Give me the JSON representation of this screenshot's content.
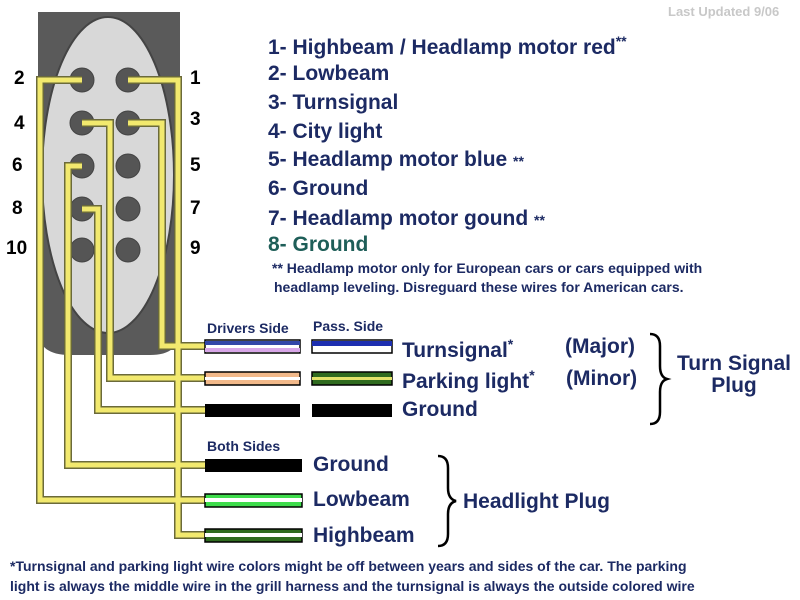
{
  "last_updated": "Last Updated 9/06",
  "pins": {
    "p1": "1",
    "p2": "2",
    "p3": "3",
    "p4": "4",
    "p5": "5",
    "p6": "6",
    "p7": "7",
    "p8": "8",
    "p9": "9",
    "p10": "10"
  },
  "legend": [
    {
      "text": "1- Highbeam / Headlamp motor red",
      "mark": "**"
    },
    {
      "text": "2- Lowbeam",
      "mark": ""
    },
    {
      "text": "3- Turnsignal",
      "mark": ""
    },
    {
      "text": "4- City light",
      "mark": ""
    },
    {
      "text": "5- Headlamp motor blue",
      "mark": "**"
    },
    {
      "text": "6- Ground",
      "mark": ""
    },
    {
      "text": "7- Headlamp motor gound",
      "mark": "**"
    },
    {
      "text": "8- Ground",
      "mark": ""
    }
  ],
  "note_line1": "** Headlamp motor only for European cars or cars equipped with",
  "note_line2": "headlamp leveling. Disreguard these wires for American cars.",
  "turn_plug": {
    "driver_header": "Drivers Side",
    "pass_header": "Pass. Side",
    "wires": [
      {
        "label": "Turnsignal",
        "mark": "*",
        "note": "(Major)"
      },
      {
        "label": "Parking light",
        "mark": "*",
        "note": "(Minor)"
      },
      {
        "label": "Ground",
        "mark": "",
        "note": ""
      }
    ],
    "title_line1": "Turn Signal",
    "title_line2": "Plug"
  },
  "head_plug": {
    "header": "Both Sides",
    "wires": [
      {
        "label": "Ground"
      },
      {
        "label": "Lowbeam"
      },
      {
        "label": "Highbeam"
      }
    ],
    "title": "Headlight Plug"
  },
  "footnote_line1": "*Turnsignal and parking light wire colors might be off between years and sides of the car. The parking",
  "footnote_line2": "light is always the middle wire in the grill harness and the turnsignal is always the outside colored wire",
  "colors": {
    "text": "#1c2a63",
    "wire": "#f2e96e",
    "wire_stroke": "#6b6a3a",
    "connector": "#555555",
    "face": "#d8d8d8"
  }
}
